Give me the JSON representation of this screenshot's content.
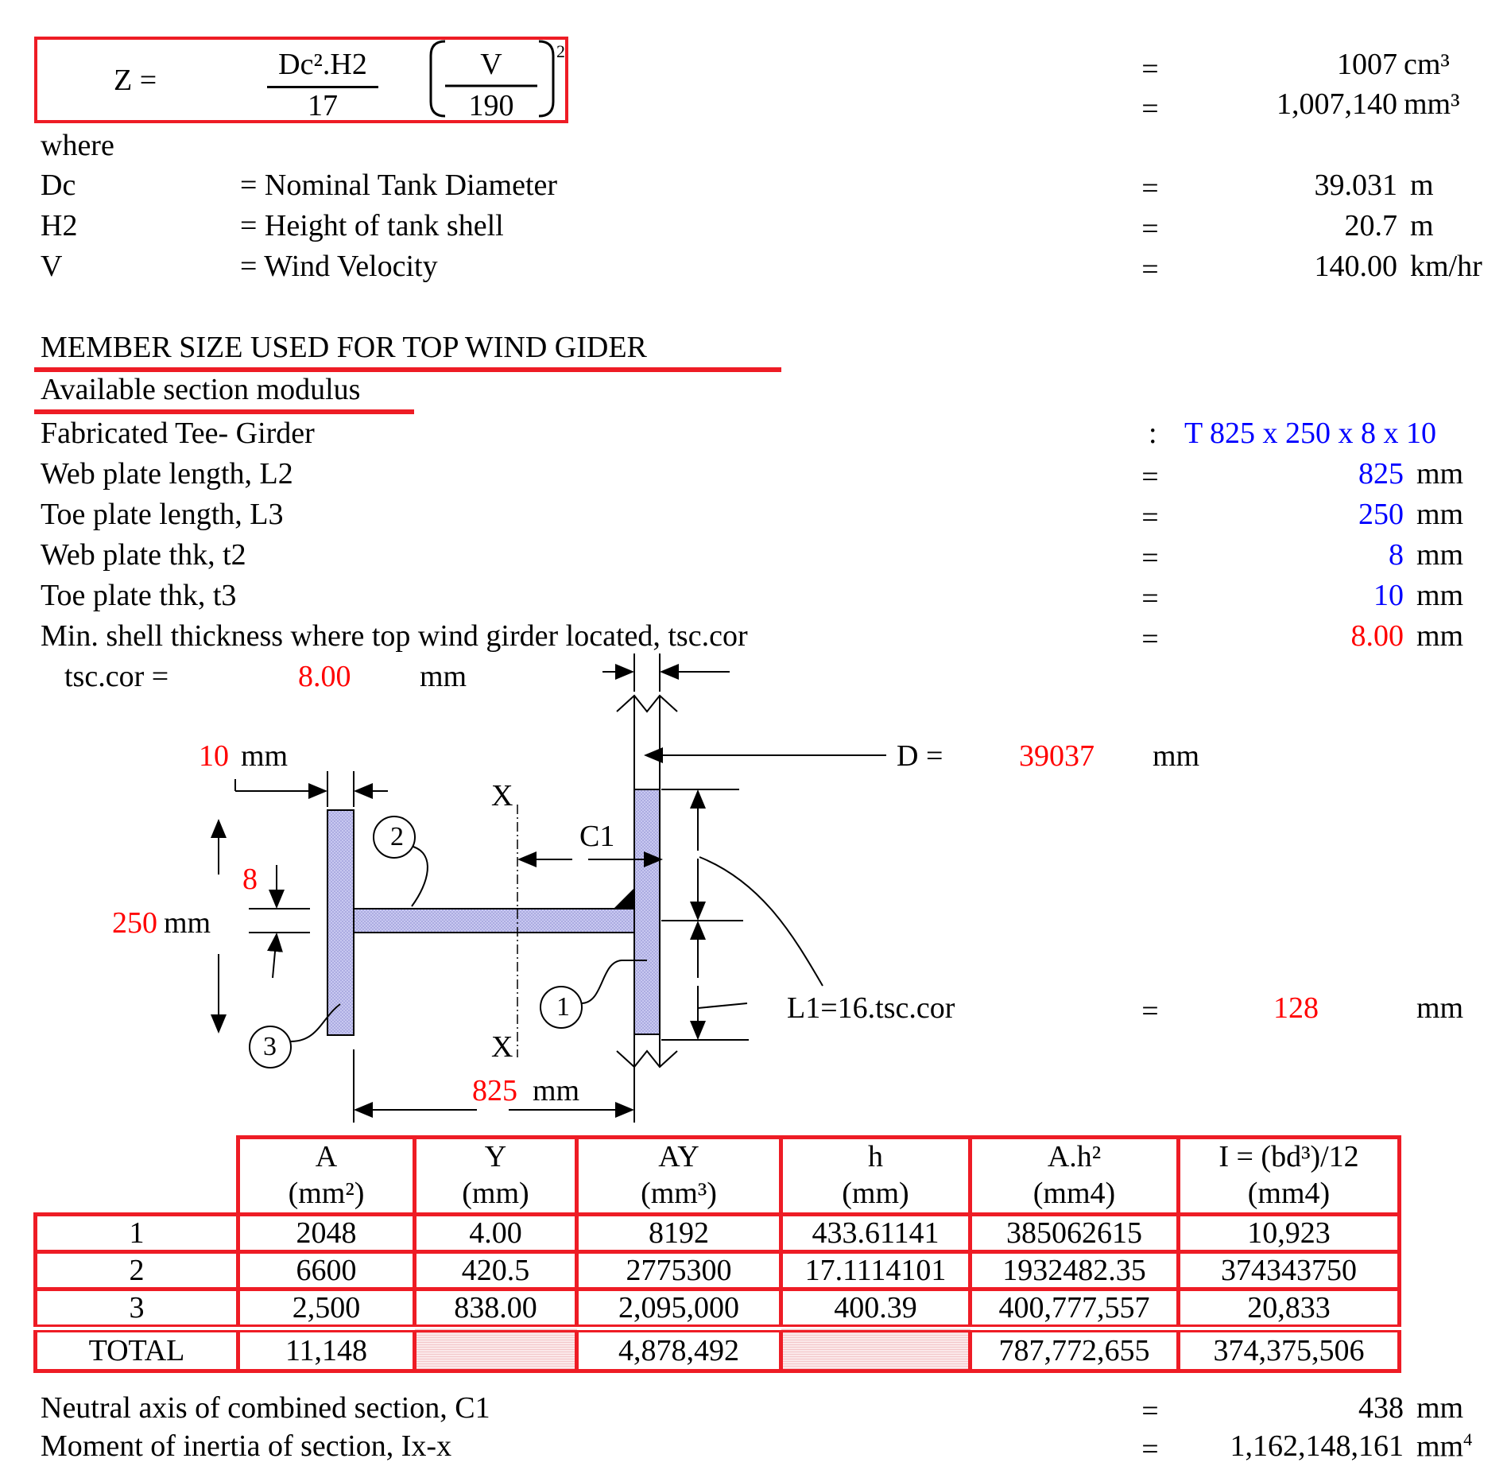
{
  "formula": {
    "lhs": "Z =",
    "numerator": "Dc².H2",
    "denominator": "17",
    "v_num": "V",
    "v_den": "190",
    "exponent": "2",
    "results": [
      {
        "eq": "=",
        "value": "1007",
        "unit": "cm³"
      },
      {
        "eq": "=",
        "value": "1,007,140",
        "unit": "mm³"
      }
    ]
  },
  "where": "where",
  "definitions": [
    {
      "symbol": "Dc",
      "desc": "= Nominal Tank Diameter",
      "eq": "=",
      "value": "39.031",
      "unit": "m"
    },
    {
      "symbol": "H2",
      "desc": "= Height of tank shell",
      "eq": "=",
      "value": "20.7",
      "unit": "m"
    },
    {
      "symbol": "V",
      "desc": "= Wind Velocity",
      "eq": "=",
      "value": "140.00",
      "unit": "km/hr"
    }
  ],
  "section_heading": "MEMBER SIZE USED FOR TOP WIND GIDER",
  "sub_heading": "Available section modulus",
  "member": {
    "label": "Fabricated Tee- Girder",
    "sep": ":",
    "value": "T 825 x 250 x 8 x 10"
  },
  "properties": [
    {
      "label": "Web plate length, L2",
      "eq": "=",
      "value": "825",
      "unit": "mm",
      "color": "#0000ff"
    },
    {
      "label": "Toe plate length, L3",
      "eq": "=",
      "value": "250",
      "unit": "mm",
      "color": "#0000ff"
    },
    {
      "label": "Web plate thk, t2",
      "eq": "=",
      "value": "8",
      "unit": "mm",
      "color": "#0000ff"
    },
    {
      "label": "Toe plate thk, t3",
      "eq": "=",
      "value": "10",
      "unit": "mm",
      "color": "#0000ff"
    },
    {
      "label": "Min. shell thickness where top wind girder located, tsc.cor",
      "eq": "=",
      "value": "8.00",
      "unit": "mm",
      "color": "#ff0000"
    }
  ],
  "diagram": {
    "tsc_label": "tsc.cor =",
    "tsc_value": "8.00",
    "tsc_unit": "mm",
    "toe_thk": "10",
    "toe_thk_unit": "mm",
    "d_label": "D =",
    "d_value": "39037",
    "d_unit": "mm",
    "x_top": "X",
    "x_bottom": "X",
    "c1": "C1",
    "web_thk": "8",
    "toe_len": "250",
    "toe_len_unit": "mm",
    "web_len": "825",
    "web_len_unit": "mm",
    "l1_label": "L1=16.tsc.cor",
    "l1_eq": "=",
    "l1_value": "128",
    "l1_unit": "mm",
    "callouts": [
      "1",
      "2",
      "3"
    ]
  },
  "table": {
    "headers": [
      {
        "top": "A",
        "bottom": "(mm²)"
      },
      {
        "top": "Y",
        "bottom": "(mm)"
      },
      {
        "top": "AY",
        "bottom": "(mm³)"
      },
      {
        "top": "h",
        "bottom": "(mm)"
      },
      {
        "top": "A.h²",
        "bottom": "(mm4)"
      },
      {
        "top": "I = (bd³)/12",
        "bottom": "(mm4)"
      }
    ],
    "rows": [
      [
        "1",
        "2048",
        "4.00",
        "8192",
        "433.61141",
        "385062615",
        "10,923"
      ],
      [
        "2",
        "6600",
        "420.5",
        "2775300",
        "17.1114101",
        "1932482.35",
        "374343750"
      ],
      [
        "3",
        "2,500",
        "838.00",
        "2,095,000",
        "400.39",
        "400,777,557",
        "20,833"
      ]
    ],
    "total": [
      "TOTAL",
      "11,148",
      "",
      "4,878,492",
      "",
      "787,772,655",
      "374,375,506"
    ]
  },
  "results": [
    {
      "label": "Neutral axis of combined section, C1",
      "eq": "=",
      "value": "438",
      "unit": "mm",
      "sup": ""
    },
    {
      "label": "Moment of inertia of section,  Ix-x",
      "eq": "=",
      "value": "1,162,148,161",
      "unit": "mm",
      "sup": "4"
    }
  ]
}
